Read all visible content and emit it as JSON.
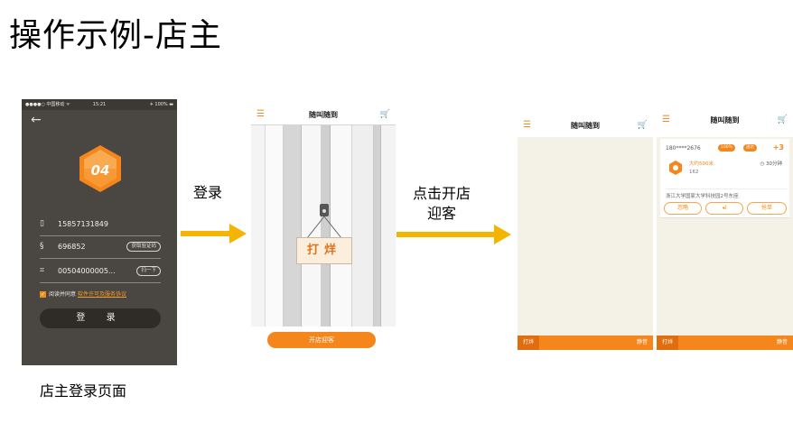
{
  "page_title": "操作示例-店主",
  "login_screen": {
    "status_bar": {
      "carrier": "●●●●○ 中国移动 ᯤ",
      "time": "15:21",
      "battery": "✈ 100% ▬"
    },
    "back_icon": "back-arrow-icon",
    "logo_text": "04",
    "phone": "15857131849",
    "code": "696852",
    "code_button": "获取验证码",
    "device": "00504000005...",
    "scan_button": "扫一下",
    "agree_text": "阅读并同意",
    "agree_link": "软件许可及服务协议",
    "login_button": "登 录",
    "caption": "店主登录页面"
  },
  "arrows": {
    "first": "登录",
    "second_line1": "点击开店",
    "second_line2": "迎客"
  },
  "closed_screen": {
    "title": "随叫随到",
    "sign": "打烊",
    "open_button": "开店迎客"
  },
  "open_screen": {
    "title": "随叫随到",
    "tab_left": "打烊",
    "tab_right": "静音"
  },
  "order_screen": {
    "title": "随叫随到",
    "phone": "180****2676",
    "badge1": "100%",
    "badge2": "送达",
    "plus": "+3",
    "distance": "大约500米",
    "code": "162",
    "time": "◷ 30分钟",
    "address": "浙江大学国家大学科技园2号东座",
    "ignore": "忽略",
    "voice": "◂)",
    "grab": "抢单",
    "tab_left": "打烊",
    "tab_right": "静音"
  },
  "colors": {
    "accent": "#f5861c",
    "login_bg": "#4a4641",
    "panel_bg": "#f4f1e6"
  }
}
